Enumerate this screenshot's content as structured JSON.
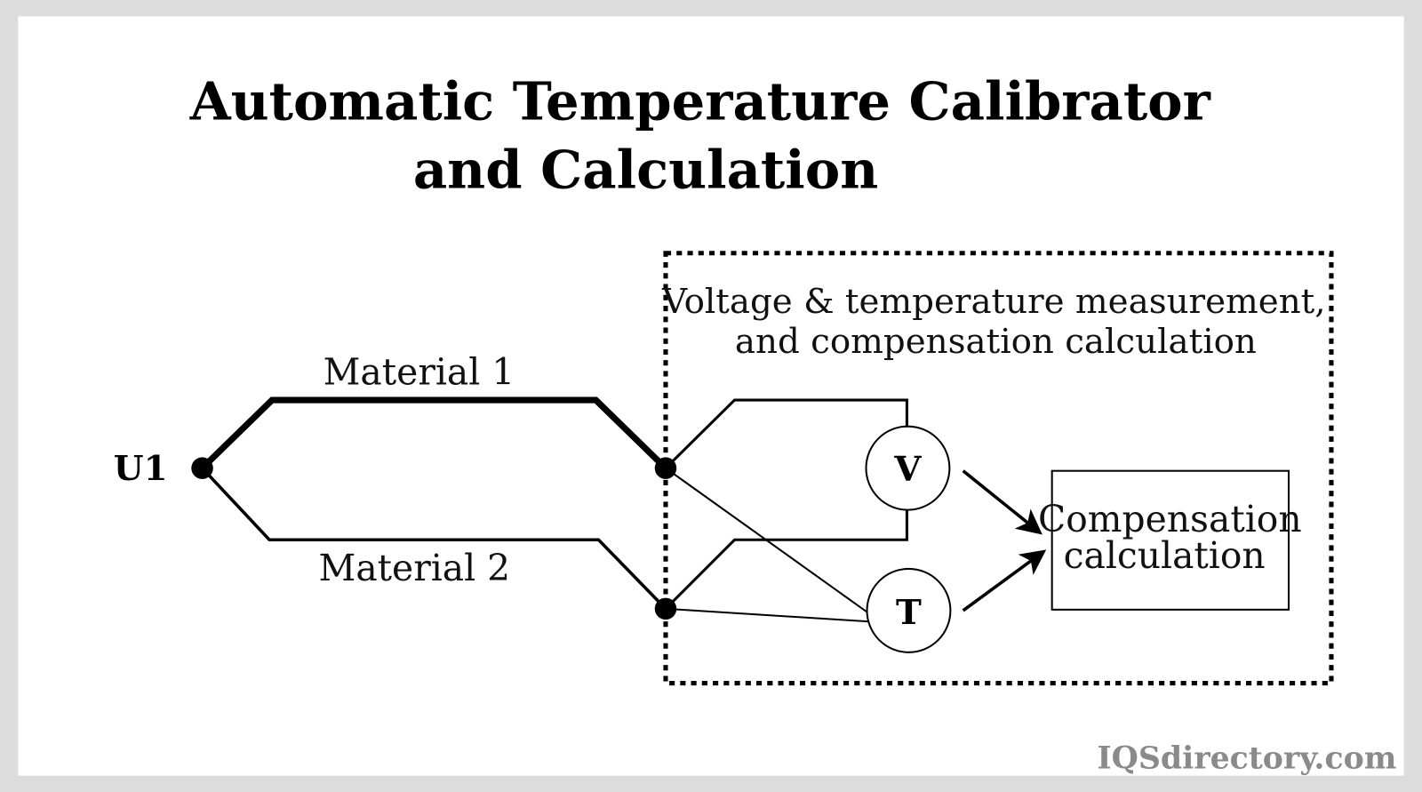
{
  "title": {
    "line1": "Automatic Temperature Calibrator",
    "line2": "and Calculation"
  },
  "junction_label": "U1",
  "materials": {
    "material1": "Material 1",
    "material2": "Material 2"
  },
  "measurement_box": {
    "line1": "Voltage & temperature measurement,",
    "line2": "and compensation calculation"
  },
  "meters": {
    "voltage": "V",
    "temperature": "T"
  },
  "compensation_box": {
    "line1": "Compensation",
    "line2": "calculation"
  },
  "watermark": "IQSdirectory.com"
}
